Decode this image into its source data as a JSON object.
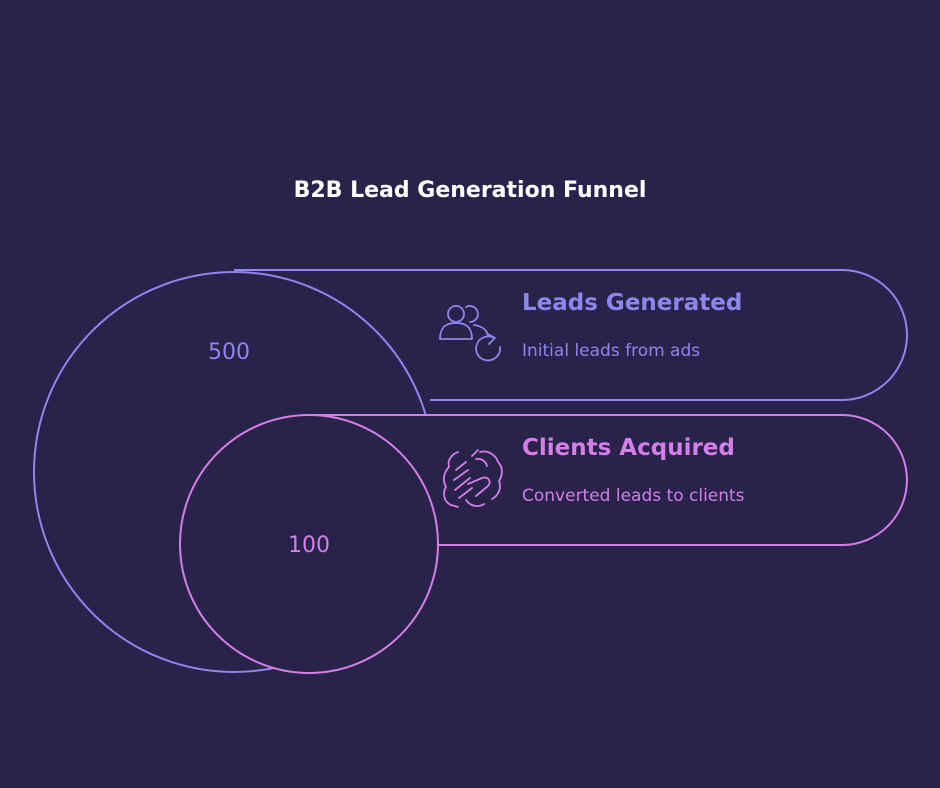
{
  "title": "B2B Lead Generation Funnel",
  "stages": [
    {
      "name": "Leads Generated",
      "description": "Initial leads from ads",
      "value": "500",
      "icon": "users-refresh-icon",
      "color": "#8f85ee"
    },
    {
      "name": "Clients Acquired",
      "description": "Converted leads to clients",
      "value": "100",
      "icon": "handshake-icon",
      "color": "#d47ee8"
    }
  ],
  "colors": {
    "background": "#29224a",
    "title": "#ffffff"
  }
}
